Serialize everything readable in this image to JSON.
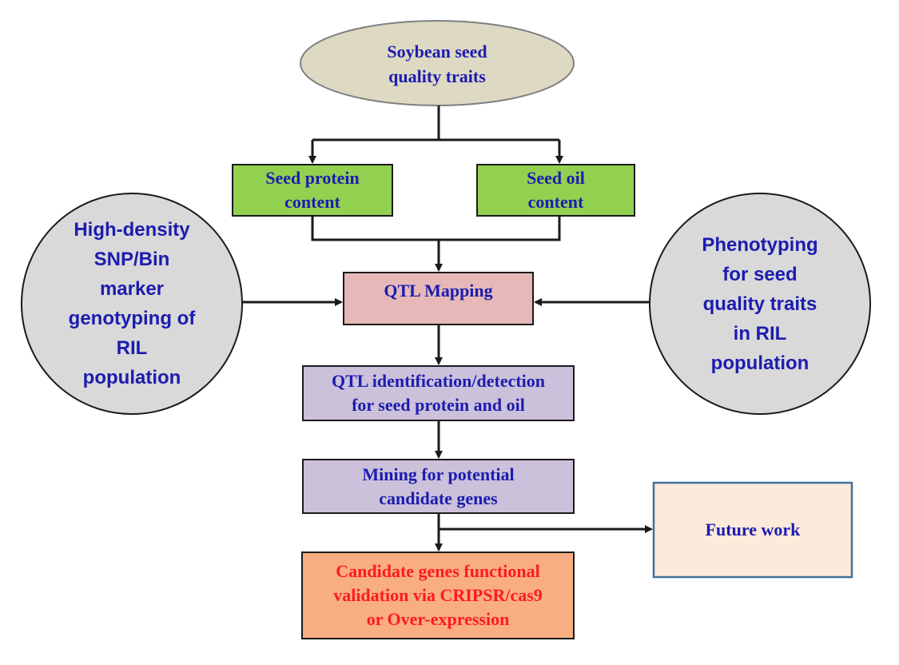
{
  "colors": {
    "text_blue": "#1c1cb0",
    "text_red": "#ff1a1a",
    "ellipse_fill": "#ddd9c3",
    "green_fill": "#92d050",
    "pink_fill": "#e6b9b8",
    "lavender_fill": "#ccc1da",
    "orange_fill": "#f9ad83",
    "future_fill": "#fdeada",
    "future_border": "#41719c",
    "circle_fill": "#d9d9d9",
    "line": "#1a1a1a"
  },
  "nodes": {
    "root": {
      "label": "Soybean seed\nquality traits"
    },
    "protein": {
      "label": "Seed protein\ncontent"
    },
    "oil": {
      "label": "Seed oil\ncontent"
    },
    "genotyping": {
      "label": "High-density\nSNP/Bin\nmarker\ngenotyping of\nRIL\npopulation"
    },
    "phenotyping": {
      "label": "Phenotyping\nfor seed\nquality traits\nin RIL\npopulation"
    },
    "qtl_mapping": {
      "label": "QTL Mapping"
    },
    "qtl_identification": {
      "label": "QTL identification/detection\nfor seed protein and oil"
    },
    "mining": {
      "label": "Mining for potential\ncandidate genes"
    },
    "validation": {
      "label": "Candidate genes functional\nvalidation via CRIPSR/cas9\nor Over-expression"
    },
    "future": {
      "label": "Future work"
    }
  }
}
